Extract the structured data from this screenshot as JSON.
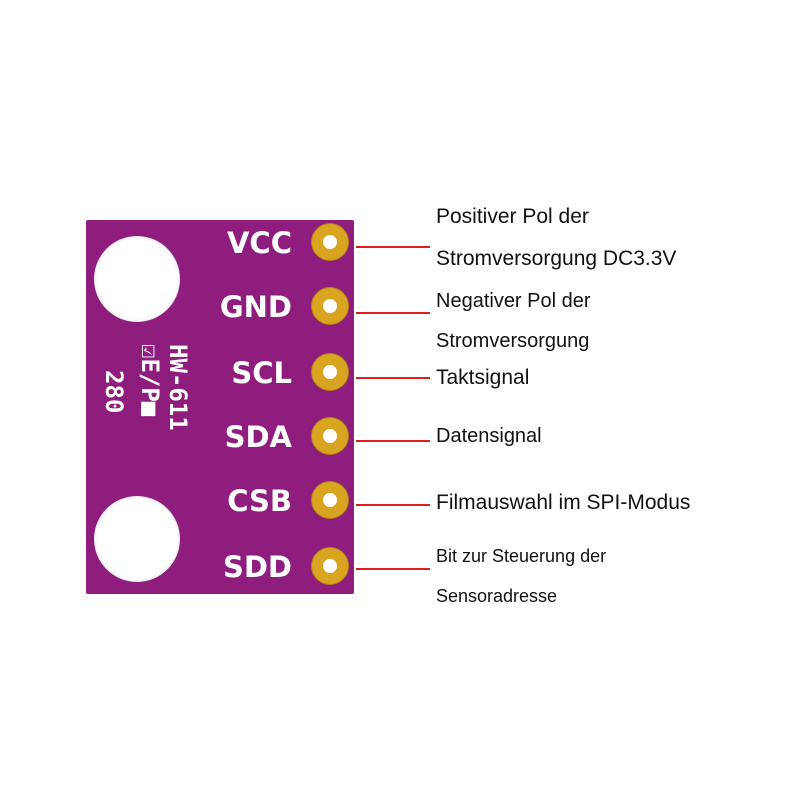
{
  "board": {
    "model_label": "HW-611",
    "marking_label": "☑E/P■",
    "chip_label": "280",
    "board_color": "#8e1d7e",
    "pad_color": "#d9a520",
    "leader_color": "#e02020"
  },
  "pins": [
    {
      "label": "VCC",
      "description_lines": [
        "Positiver Pol der",
        "Stromversorgung DC3.3V"
      ]
    },
    {
      "label": "GND",
      "description_lines": [
        "Negativer Pol der",
        "Stromversorgung"
      ]
    },
    {
      "label": "SCL",
      "description_lines": [
        "Taktsignal"
      ]
    },
    {
      "label": "SDA",
      "description_lines": [
        "Datensignal"
      ]
    },
    {
      "label": "CSB",
      "description_lines": [
        "Filmauswahl im SPI-Modus"
      ]
    },
    {
      "label": "SDD",
      "description_lines": [
        "Bit zur Steuerung der",
        "Sensoradresse"
      ]
    }
  ]
}
